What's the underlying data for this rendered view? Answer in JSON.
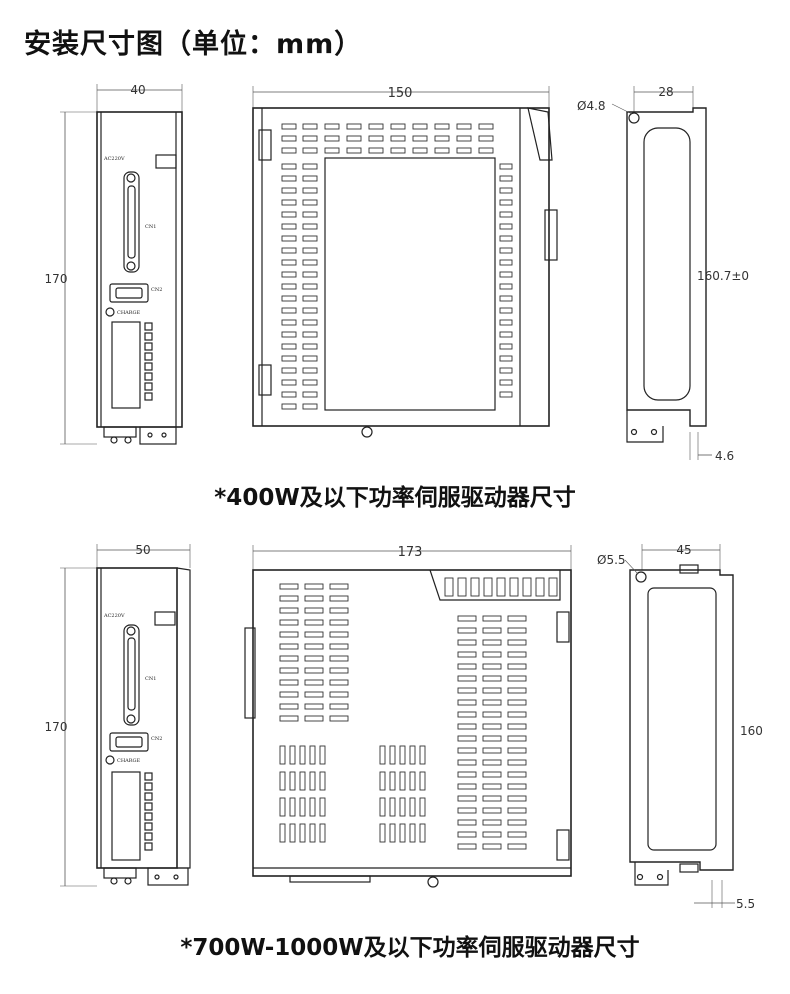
{
  "page_title": "安装尺寸图（单位：mm）",
  "section_400w": {
    "caption": "*400W及以下功率伺服驱动器尺寸",
    "front": {
      "width": "40",
      "height": "170",
      "label_ac": "AC220V",
      "label_cn1": "CN1",
      "label_cn2": "CN2",
      "label_charge": "CHARGE"
    },
    "side": {
      "width": "150"
    },
    "rear": {
      "width": "28",
      "hole": "Ø4.8",
      "height": "160.7±0",
      "offset": "4.6"
    }
  },
  "section_1000w": {
    "caption": "*700W-1000W及以下功率伺服驱动器尺寸",
    "front": {
      "width": "50",
      "height": "170",
      "label_ac": "AC220V",
      "label_cn1": "CN1",
      "label_cn2": "CN2",
      "label_charge": "CHARGE"
    },
    "side": {
      "width": "173"
    },
    "rear": {
      "width": "45",
      "hole": "Ø5.5",
      "height": "160",
      "offset": "5.5"
    }
  }
}
